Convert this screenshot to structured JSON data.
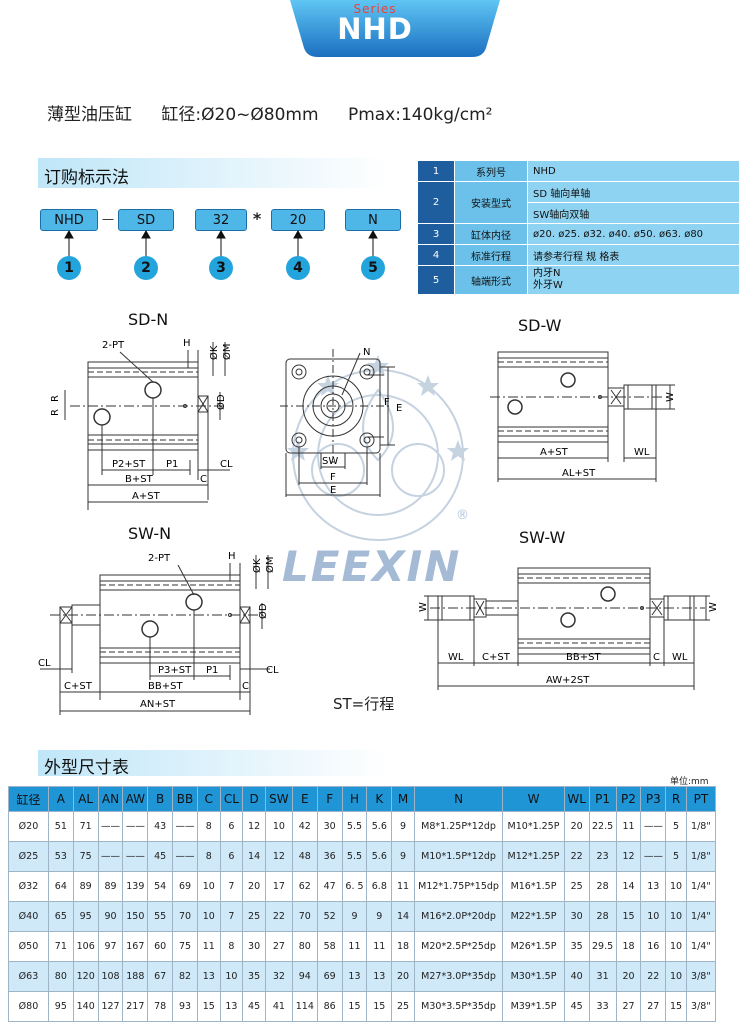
{
  "header": {
    "series_label": "Series",
    "series_name": "NHD"
  },
  "subtitle": {
    "product": "薄型油压缸",
    "bore": "缸径:Ø20~Ø80mm",
    "pmax": "Pmax:140kg/cm²"
  },
  "ordering": {
    "title": "订购标示法",
    "codes": [
      "NHD",
      "SD",
      "32",
      "20",
      "N"
    ],
    "dash": "—",
    "star": "*",
    "numbers": [
      "1",
      "2",
      "3",
      "4",
      "5"
    ]
  },
  "spec_table": {
    "rows": [
      {
        "no": "1",
        "key": "系列号",
        "values": [
          "NHD"
        ]
      },
      {
        "no": "2",
        "key": "安装型式",
        "values": [
          "SD 轴向单轴",
          "SW轴向双轴"
        ]
      },
      {
        "no": "3",
        "key": "缸体内径",
        "values": [
          "ø20. ø25. ø32. ø40. ø50. ø63. ø80"
        ]
      },
      {
        "no": "4",
        "key": "标准行程",
        "values": [
          "请参考行程 规 格表"
        ]
      },
      {
        "no": "5",
        "key": "轴端形式",
        "values": [
          "内牙N",
          "外牙W"
        ]
      }
    ]
  },
  "diagrams": {
    "sd_n": {
      "title": "SD-N",
      "labels": {
        "pt": "2-PT",
        "h": "H",
        "k": "ØK",
        "m": "ØM",
        "d": "ØD",
        "r1": "R",
        "r2": "R",
        "p2st": "P2+ST",
        "p1": "P1",
        "cl": "CL",
        "bst": "B+ST",
        "c": "C",
        "ast": "A+ST"
      }
    },
    "front": {
      "labels": {
        "n": "N",
        "sw": "SW",
        "f1": "F",
        "e1": "E",
        "f2": "F",
        "e2": "E"
      }
    },
    "sd_w": {
      "title": "SD-W",
      "labels": {
        "w": "W",
        "ast": "A+ST",
        "wl": "WL",
        "alst": "AL+ST"
      }
    },
    "sw_n": {
      "title": "SW-N",
      "labels": {
        "pt": "2-PT",
        "h": "H",
        "k": "ØK",
        "m": "ØM",
        "d": "ØD",
        "p3st": "P3+ST",
        "p1": "P1",
        "cl1": "CL",
        "cl2": "CL",
        "cst": "C+ST",
        "bbst": "BB+ST",
        "c": "C",
        "anst": "AN+ST"
      }
    },
    "sw_w": {
      "title": "SW-W",
      "labels": {
        "w1": "W",
        "w2": "W",
        "wl1": "WL",
        "cst": "C+ST",
        "bbst": "BB+ST",
        "c": "C",
        "wl2": "WL",
        "aw2st": "AW+2ST"
      }
    },
    "stroke_note": "ST=行程"
  },
  "watermark": {
    "brand": "LEEXIN",
    "reg": "®"
  },
  "dims": {
    "title": "外型尺寸表",
    "unit": "单位:mm",
    "headers": [
      "缸径",
      "A",
      "AL",
      "AN",
      "AW",
      "B",
      "BB",
      "C",
      "CL",
      "D",
      "SW",
      "E",
      "F",
      "H",
      "K",
      "M",
      "N",
      "W",
      "WL",
      "P1",
      "P2",
      "P3",
      "R",
      "PT"
    ],
    "rows": [
      [
        "Ø20",
        "51",
        "71",
        "——",
        "——",
        "43",
        "——",
        "8",
        "6",
        "12",
        "10",
        "42",
        "30",
        "5.5",
        "5.6",
        "9",
        "M8*1.25P*12dp",
        "M10*1.25P",
        "20",
        "22.5",
        "11",
        "——",
        "5",
        "1/8\""
      ],
      [
        "Ø25",
        "53",
        "75",
        "——",
        "——",
        "45",
        "——",
        "8",
        "6",
        "14",
        "12",
        "48",
        "36",
        "5.5",
        "5.6",
        "9",
        "M10*1.5P*12dp",
        "M12*1.25P",
        "22",
        "23",
        "12",
        "——",
        "5",
        "1/8\""
      ],
      [
        "Ø32",
        "64",
        "89",
        "89",
        "139",
        "54",
        "69",
        "10",
        "7",
        "20",
        "17",
        "62",
        "47",
        "6. 5",
        "6.8",
        "11",
        "M12*1.75P*15dp",
        "M16*1.5P",
        "25",
        "28",
        "14",
        "13",
        "10",
        "1/4\""
      ],
      [
        "Ø40",
        "65",
        "95",
        "90",
        "150",
        "55",
        "70",
        "10",
        "7",
        "25",
        "22",
        "70",
        "52",
        "9",
        "9",
        "14",
        "M16*2.0P*20dp",
        "M22*1.5P",
        "30",
        "28",
        "15",
        "10",
        "10",
        "1/4\""
      ],
      [
        "Ø50",
        "71",
        "106",
        "97",
        "167",
        "60",
        "75",
        "11",
        "8",
        "30",
        "27",
        "80",
        "58",
        "11",
        "11",
        "18",
        "M20*2.5P*25dp",
        "M26*1.5P",
        "35",
        "29.5",
        "18",
        "16",
        "10",
        "1/4\""
      ],
      [
        "Ø63",
        "80",
        "120",
        "108",
        "188",
        "67",
        "82",
        "13",
        "10",
        "35",
        "32",
        "94",
        "69",
        "13",
        "13",
        "20",
        "M27*3.0P*35dp",
        "M30*1.5P",
        "40",
        "31",
        "20",
        "22",
        "10",
        "3/8\""
      ],
      [
        "Ø80",
        "95",
        "140",
        "127",
        "217",
        "78",
        "93",
        "15",
        "13",
        "45",
        "41",
        "114",
        "86",
        "15",
        "15",
        "25",
        "M30*3.5P*35dp",
        "M39*1.5P",
        "45",
        "33",
        "27",
        "27",
        "15",
        "3/8\""
      ]
    ]
  },
  "colors": {
    "accent": "#1f95d6",
    "dark_blue": "#1f5e9e",
    "light_blue": "#8fd3f2",
    "code_box": "#4fb6e8"
  }
}
